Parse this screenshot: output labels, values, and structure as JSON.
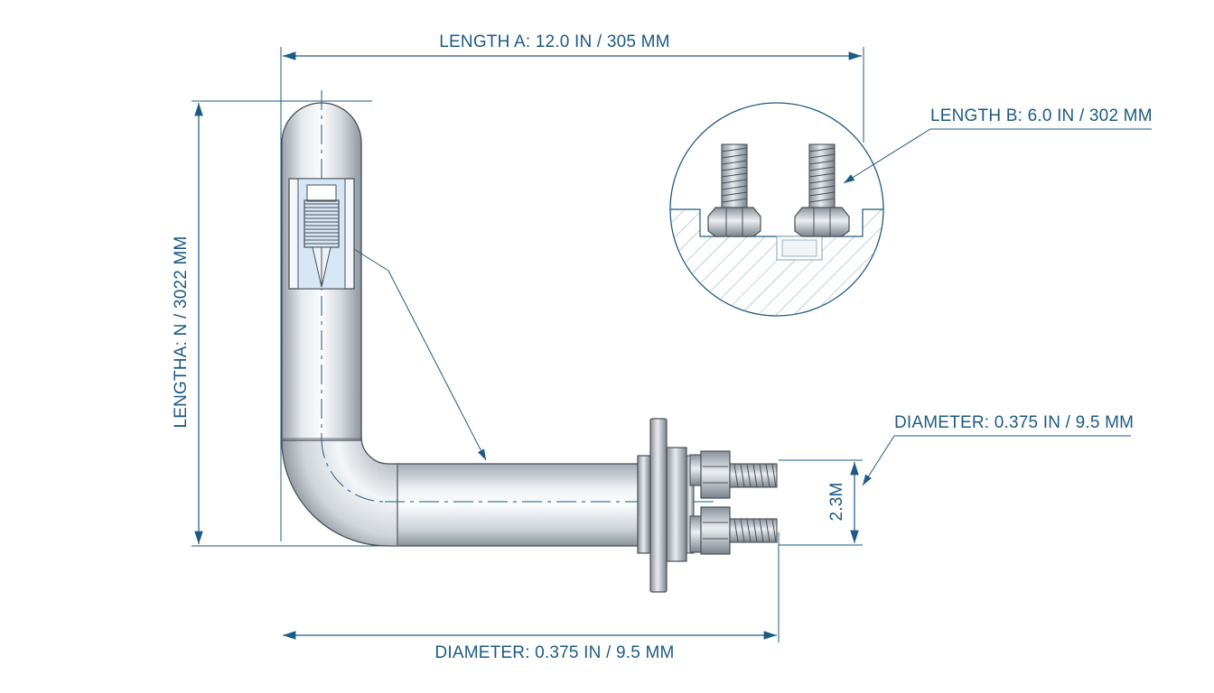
{
  "colors": {
    "dimension_blue": "#1d5a84",
    "steel_light": "#e8ecf0",
    "steel_mid": "#c3c9d0",
    "steel_dark": "#7f8790",
    "outline": "#4a5058",
    "glass_blue": "#d6e6f5"
  },
  "labels": {
    "length_a": "LENGTH A: 12.0 IN / 305 MM",
    "length_b": "LENGTH B: 6.0 IN / 302 MM",
    "vertical_length": "LENGTHA: N / 3022 MM",
    "diameter_right": "DIAMETER: 0.375 IN / 9.5 MM",
    "diameter_bottom": "DIAMETER: 0.375 IN / 9.5 MM",
    "small_dim": "2.3M"
  }
}
